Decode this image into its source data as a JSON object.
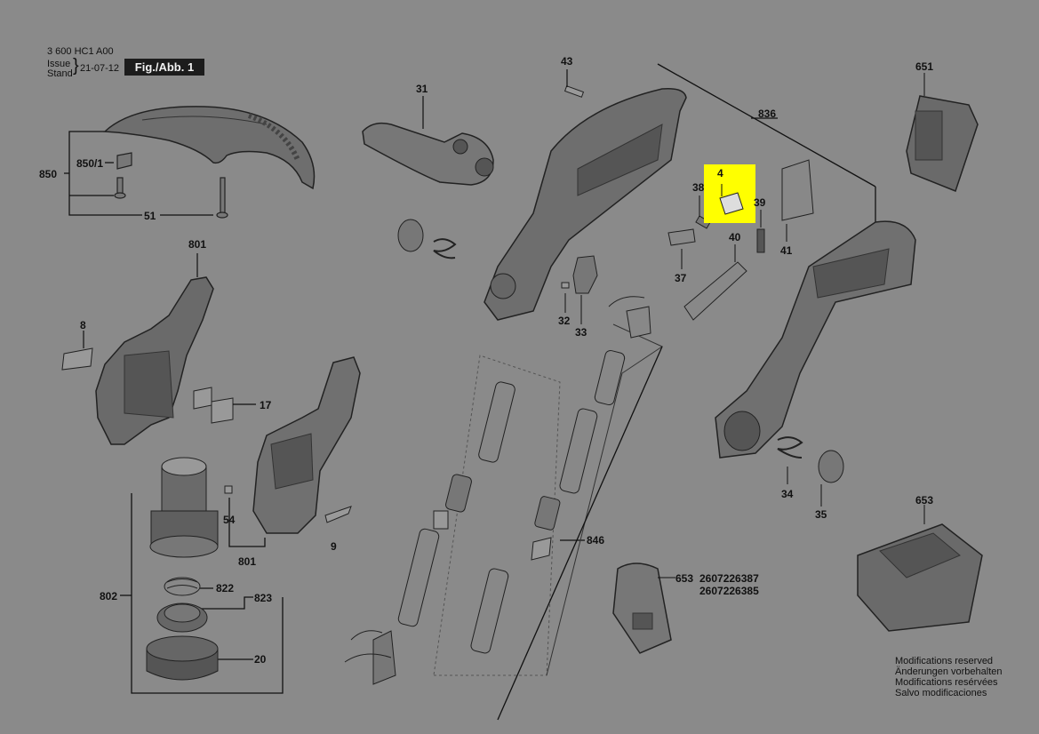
{
  "header": {
    "model_number": "3 600 HC1 A00",
    "issue_label": "Issue",
    "stand_label": "Stand",
    "issue_date": "21-07-12",
    "figure_label": "Fig./Abb. 1"
  },
  "notice": {
    "lines": [
      "Modifications reserved",
      "Änderungen vorbehalten",
      "Modifications resérvées",
      "Salvo modificaciones"
    ]
  },
  "highlight": {
    "part": "4",
    "color": "#ffff00"
  },
  "callouts": {
    "p4": "4",
    "p8": "8",
    "p9": "9",
    "p17": "17",
    "p20": "20",
    "p31": "31",
    "p32": "32",
    "p33": "33",
    "p34": "34",
    "p35": "35",
    "p37": "37",
    "p38": "38",
    "p39": "39",
    "p40": "40",
    "p41": "41",
    "p43": "43",
    "p51": "51",
    "p54": "54",
    "p651": "651",
    "p653a": "653",
    "p653b": "653",
    "p801a": "801",
    "p801b": "801",
    "p802": "802",
    "p822": "822",
    "p823": "823",
    "p836": "836",
    "p846": "846",
    "p850": "850",
    "p850_1": "850/1",
    "order1": "2607226387",
    "order2": "2607226385"
  }
}
